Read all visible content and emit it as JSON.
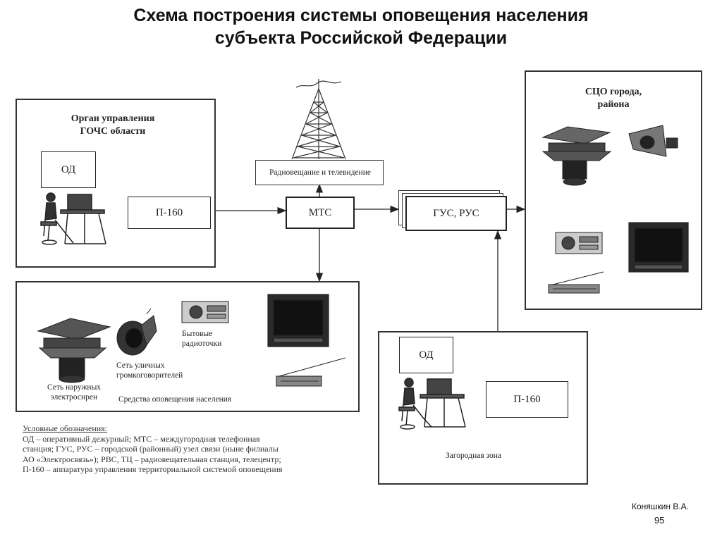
{
  "title": {
    "line1": "Схема построения системы оповещения населения",
    "line2": "субъекта Российской Федерации"
  },
  "left_box": {
    "heading1": "Орган управления",
    "heading2": "ГОЧС области",
    "od": "ОД",
    "p160": "П-160"
  },
  "tower": {
    "label": "Радиовещание и телевидение"
  },
  "mts": {
    "label": "МТС"
  },
  "gus": {
    "label": "ГУС, РУС"
  },
  "right_box": {
    "heading1": "СЦО города,",
    "heading2": "района"
  },
  "bottom_box": {
    "sirens": [
      "Сеть наружных",
      "электросирен"
    ],
    "speakers": [
      "Сеть уличных",
      "громкоговорителей"
    ],
    "radio": [
      "Бытовые",
      "радиоточки"
    ],
    "caption": "Средства оповещения населения"
  },
  "country_box": {
    "od": "ОД",
    "p160": "П-160",
    "caption": "Загородная зона"
  },
  "legend": {
    "heading": "Условные обозначения:",
    "lines": [
      "ОД – оперативный дежурный; МТС – междугородная телефонная",
      "станция; ГУС, РУС – городской (районный) узел связи (ныне филиалы",
      "АО «Электросвязь»); РВС, ТЦ – радиовещательная станция, телецентр;",
      "П-160 – аппаратура управления территориальной системой оповещения"
    ]
  },
  "footer": {
    "author": "Коняшкин В.А.",
    "page": "95"
  }
}
